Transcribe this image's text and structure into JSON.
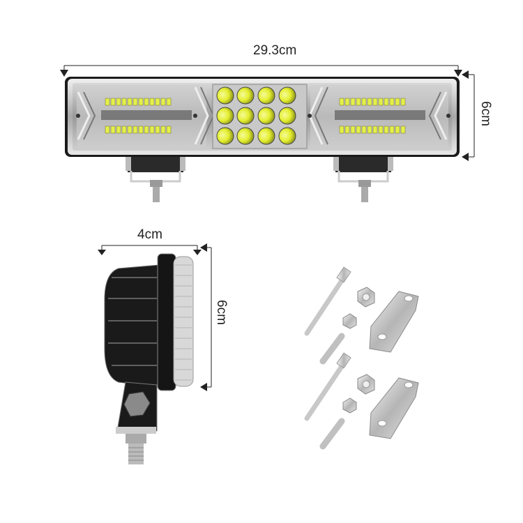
{
  "figure": {
    "title": "LED light bar dimensions and mounting kit",
    "front_view": {
      "width_label": "29.3cm",
      "height_label": "6cm",
      "side_modules": {
        "led_rows": 2,
        "leds_per_row": 12
      },
      "center_module": {
        "rows": 3,
        "cols": 4,
        "lens_color": "#e8f03a"
      }
    },
    "side_view": {
      "depth_label": "4cm",
      "height_label": "6cm"
    },
    "hardware_kit": {
      "sets": 2,
      "items_per_set": [
        "long bolt",
        "short bolt",
        "large nut",
        "small nut",
        "U bracket"
      ]
    },
    "colors": {
      "housing": "#1c1c1c",
      "chrome": "#c8c8c8",
      "led_smd": "#dff25a",
      "dimension_line": "#222222"
    }
  }
}
